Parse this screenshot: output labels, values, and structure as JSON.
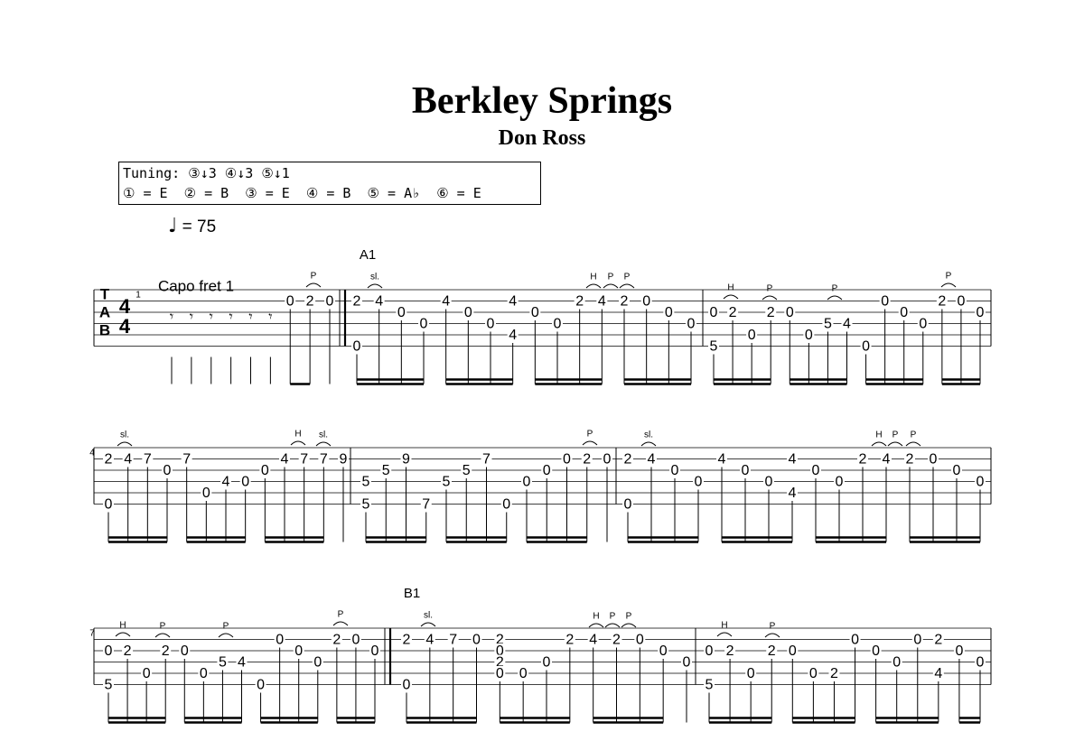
{
  "header": {
    "title": "Berkley Springs",
    "composer": "Don Ross"
  },
  "tuning": {
    "line1": "Tuning: ③↓3 ④↓3 ⑤↓1",
    "line2": "① = E  ② = B  ③ = E  ④ = B  ⑤ = A♭  ⑥ = E"
  },
  "tempo": {
    "symbol": "♩",
    "text": "= 75"
  },
  "score": {
    "capo": "Capo fret 1",
    "tab_clef": [
      "T",
      "A",
      "B"
    ],
    "time_signature": [
      "4",
      "4"
    ],
    "sections": [
      "A1",
      "B1"
    ],
    "measure_numbers": [
      "1",
      "4",
      "7"
    ],
    "ornaments": [
      "sl.",
      "H",
      "P"
    ],
    "systems": [
      {
        "measures": [
          {
            "notes": [
              [
                "rest"
              ],
              [
                "rest"
              ],
              [
                "rest"
              ],
              [
                "rest"
              ],
              [
                "rest"
              ],
              [
                "rest"
              ],
              [
                [
                  2,
                  "0"
                ]
              ],
              [
                [
                  2,
                  "2"
                ]
              ],
              [
                [
                  2,
                  "0"
                ]
              ]
            ]
          },
          {
            "notes": [
              [
                [
                  2,
                  "2"
                ],
                [
                  6,
                  "0"
                ]
              ],
              [
                [
                  2,
                  "4"
                ]
              ],
              [
                [
                  3,
                  "0"
                ]
              ],
              [
                [
                  4,
                  "0"
                ]
              ],
              [
                [
                  2,
                  "4"
                ]
              ],
              [
                [
                  3,
                  "0"
                ]
              ],
              [
                [
                  4,
                  "0"
                ]
              ],
              [
                [
                  2,
                  "4"
                ],
                [
                  5,
                  "4"
                ]
              ],
              [
                [
                  3,
                  "0"
                ]
              ],
              [
                [
                  4,
                  "0"
                ]
              ],
              [
                [
                  2,
                  "2"
                ]
              ],
              [
                [
                  2,
                  "4"
                ]
              ],
              [
                [
                  2,
                  "2"
                ]
              ],
              [
                [
                  2,
                  "0"
                ]
              ],
              [
                [
                  3,
                  "0"
                ]
              ],
              [
                [
                  4,
                  "0"
                ]
              ]
            ]
          },
          {
            "notes": [
              [
                [
                  3,
                  "0"
                ],
                [
                  6,
                  "5"
                ]
              ],
              [
                [
                  3,
                  "2"
                ]
              ],
              [
                [
                  5,
                  "0"
                ]
              ],
              [
                [
                  3,
                  "2"
                ]
              ],
              [
                [
                  3,
                  "0"
                ]
              ],
              [
                [
                  5,
                  "0"
                ]
              ],
              [
                [
                  4,
                  "5"
                ]
              ],
              [
                [
                  4,
                  "4"
                ]
              ],
              [
                [
                  6,
                  "0"
                ]
              ],
              [
                [
                  2,
                  "0"
                ]
              ],
              [
                [
                  3,
                  "0"
                ]
              ],
              [
                [
                  4,
                  "0"
                ]
              ],
              [
                [
                  2,
                  "2"
                ]
              ],
              [
                [
                  2,
                  "0"
                ]
              ],
              [
                [
                  3,
                  "0"
                ]
              ]
            ]
          }
        ]
      },
      {
        "measures": [
          {
            "notes": [
              [
                [
                  2,
                  "2"
                ],
                [
                  6,
                  "0"
                ]
              ],
              [
                [
                  2,
                  "4"
                ]
              ],
              [
                [
                  2,
                  "7"
                ]
              ],
              [
                [
                  3,
                  "0"
                ]
              ],
              [
                [
                  2,
                  "7"
                ]
              ],
              [
                [
                  5,
                  "0"
                ]
              ],
              [
                [
                  4,
                  "4"
                ]
              ],
              [
                [
                  4,
                  "0"
                ]
              ],
              [
                [
                  3,
                  "0"
                ]
              ],
              [
                [
                  2,
                  "4"
                ]
              ],
              [
                [
                  2,
                  "7"
                ]
              ],
              [
                [
                  2,
                  "7"
                ]
              ],
              [
                [
                  2,
                  "9"
                ]
              ]
            ]
          },
          {
            "notes": [
              [
                [
                  4,
                  "5"
                ],
                [
                  6,
                  "5"
                ]
              ],
              [
                [
                  3,
                  "5"
                ]
              ],
              [
                [
                  2,
                  "9"
                ]
              ],
              [
                [
                  6,
                  "7"
                ]
              ],
              [
                [
                  4,
                  "5"
                ]
              ],
              [
                [
                  3,
                  "5"
                ]
              ],
              [
                [
                  2,
                  "7"
                ]
              ],
              [
                [
                  6,
                  "0"
                ]
              ],
              [
                [
                  4,
                  "0"
                ]
              ],
              [
                [
                  3,
                  "0"
                ]
              ],
              [
                [
                  2,
                  "0"
                ]
              ],
              [
                [
                  2,
                  "2"
                ]
              ],
              [
                [
                  2,
                  "0"
                ]
              ]
            ]
          },
          {
            "notes": [
              [
                [
                  2,
                  "2"
                ],
                [
                  6,
                  "0"
                ]
              ],
              [
                [
                  2,
                  "4"
                ]
              ],
              [
                [
                  3,
                  "0"
                ]
              ],
              [
                [
                  4,
                  "0"
                ]
              ],
              [
                [
                  2,
                  "4"
                ]
              ],
              [
                [
                  3,
                  "0"
                ]
              ],
              [
                [
                  4,
                  "0"
                ]
              ],
              [
                [
                  2,
                  "4"
                ],
                [
                  5,
                  "4"
                ]
              ],
              [
                [
                  3,
                  "0"
                ]
              ],
              [
                [
                  4,
                  "0"
                ]
              ],
              [
                [
                  2,
                  "2"
                ]
              ],
              [
                [
                  2,
                  "4"
                ]
              ],
              [
                [
                  2,
                  "2"
                ]
              ],
              [
                [
                  2,
                  "0"
                ]
              ],
              [
                [
                  3,
                  "0"
                ]
              ],
              [
                [
                  4,
                  "0"
                ]
              ]
            ]
          }
        ]
      },
      {
        "measures": [
          {
            "notes": [
              [
                [
                  3,
                  "0"
                ],
                [
                  6,
                  "5"
                ]
              ],
              [
                [
                  3,
                  "2"
                ]
              ],
              [
                [
                  5,
                  "0"
                ]
              ],
              [
                [
                  3,
                  "2"
                ]
              ],
              [
                [
                  3,
                  "0"
                ]
              ],
              [
                [
                  5,
                  "0"
                ]
              ],
              [
                [
                  4,
                  "5"
                ]
              ],
              [
                [
                  4,
                  "4"
                ]
              ],
              [
                [
                  6,
                  "0"
                ]
              ],
              [
                [
                  2,
                  "0"
                ]
              ],
              [
                [
                  3,
                  "0"
                ]
              ],
              [
                [
                  4,
                  "0"
                ]
              ],
              [
                [
                  2,
                  "2"
                ]
              ],
              [
                [
                  2,
                  "0"
                ]
              ],
              [
                [
                  3,
                  "0"
                ]
              ]
            ]
          },
          {
            "notes": [
              [
                [
                  2,
                  "2"
                ],
                [
                  6,
                  "0"
                ]
              ],
              [
                [
                  2,
                  "4"
                ]
              ],
              [
                [
                  2,
                  "7"
                ]
              ],
              [
                [
                  2,
                  "0"
                ]
              ],
              [
                [
                  2,
                  "2"
                ],
                [
                  3,
                  "0"
                ],
                [
                  4,
                  "2"
                ],
                [
                  5,
                  "0"
                ]
              ],
              [
                [
                  5,
                  "0"
                ]
              ],
              [
                [
                  4,
                  "0"
                ]
              ],
              [
                [
                  2,
                  "2"
                ]
              ],
              [
                [
                  2,
                  "4"
                ]
              ],
              [
                [
                  2,
                  "2"
                ]
              ],
              [
                [
                  2,
                  "0"
                ]
              ],
              [
                [
                  3,
                  "0"
                ]
              ],
              [
                [
                  4,
                  "0"
                ]
              ]
            ]
          },
          {
            "notes": [
              [
                [
                  3,
                  "0"
                ],
                [
                  6,
                  "5"
                ]
              ],
              [
                [
                  3,
                  "2"
                ]
              ],
              [
                [
                  5,
                  "0"
                ]
              ],
              [
                [
                  3,
                  "2"
                ]
              ],
              [
                [
                  3,
                  "0"
                ]
              ],
              [
                [
                  5,
                  "0"
                ]
              ],
              [
                [
                  5,
                  "2"
                ]
              ],
              [
                [
                  2,
                  "0"
                ]
              ],
              [
                [
                  3,
                  "0"
                ]
              ],
              [
                [
                  4,
                  "0"
                ]
              ],
              [
                [
                  2,
                  "0"
                ]
              ],
              [
                [
                  2,
                  "2"
                ],
                [
                  5,
                  "4"
                ]
              ],
              [
                [
                  3,
                  "0"
                ]
              ],
              [
                [
                  4,
                  "0"
                ]
              ]
            ]
          }
        ]
      }
    ]
  }
}
